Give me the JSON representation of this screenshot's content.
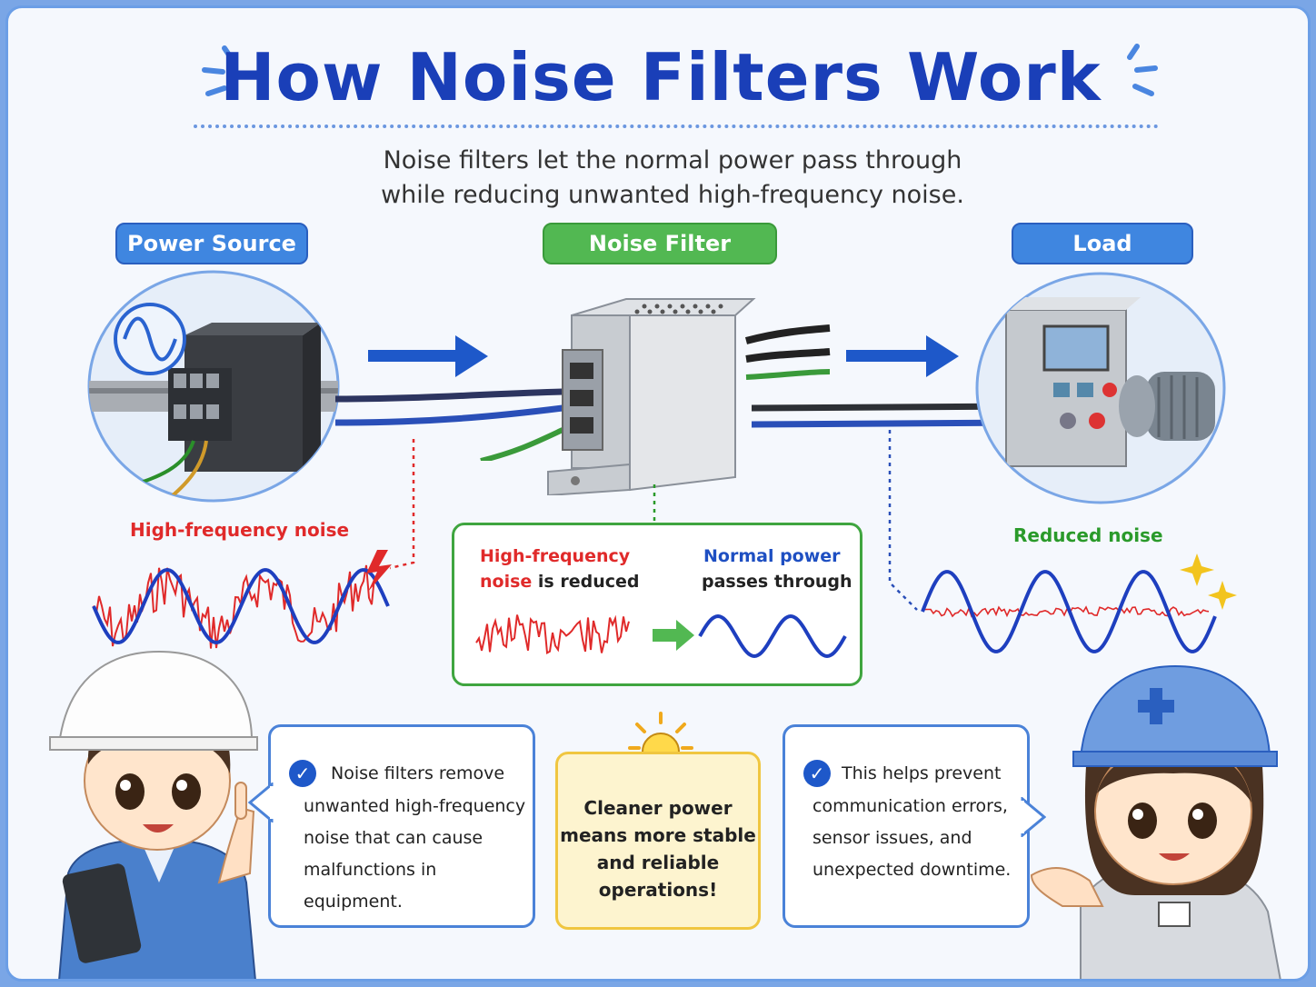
{
  "title": "How Noise Filters Work",
  "subtitle_line1": "Noise filters let the normal power pass through",
  "subtitle_line2": "while reducing unwanted high-frequency noise.",
  "labels": {
    "power_source": "Power Source",
    "noise_filter": "Noise Filter",
    "load": "Load"
  },
  "waves": {
    "left_label": "High-frequency noise",
    "right_label": "Reduced noise"
  },
  "filter_box": {
    "left_red_1": "High-frequency",
    "left_red_2": "noise",
    "left_black_2": " is reduced",
    "right_blue_1": "Normal power",
    "right_black_2": "passes through"
  },
  "bubble_left": {
    "line1": "Noise filters remove",
    "line2": "unwanted high-frequency",
    "line3": "noise that can cause",
    "line4": "malfunctions in equipment."
  },
  "tip": {
    "line1": "Cleaner power",
    "line2": "means more stable",
    "line3": "and reliable",
    "line4": "operations!"
  },
  "bubble_right": {
    "line1": "This helps prevent",
    "line2": "communication errors,",
    "line3": "sensor issues, and",
    "line4": "unexpected downtime."
  },
  "colors": {
    "title": "#1a3fb8",
    "accent_blue": "#3f86e0",
    "accent_green": "#52b852",
    "noise_red": "#e02a2a",
    "wave_blue": "#1e3fbf"
  }
}
